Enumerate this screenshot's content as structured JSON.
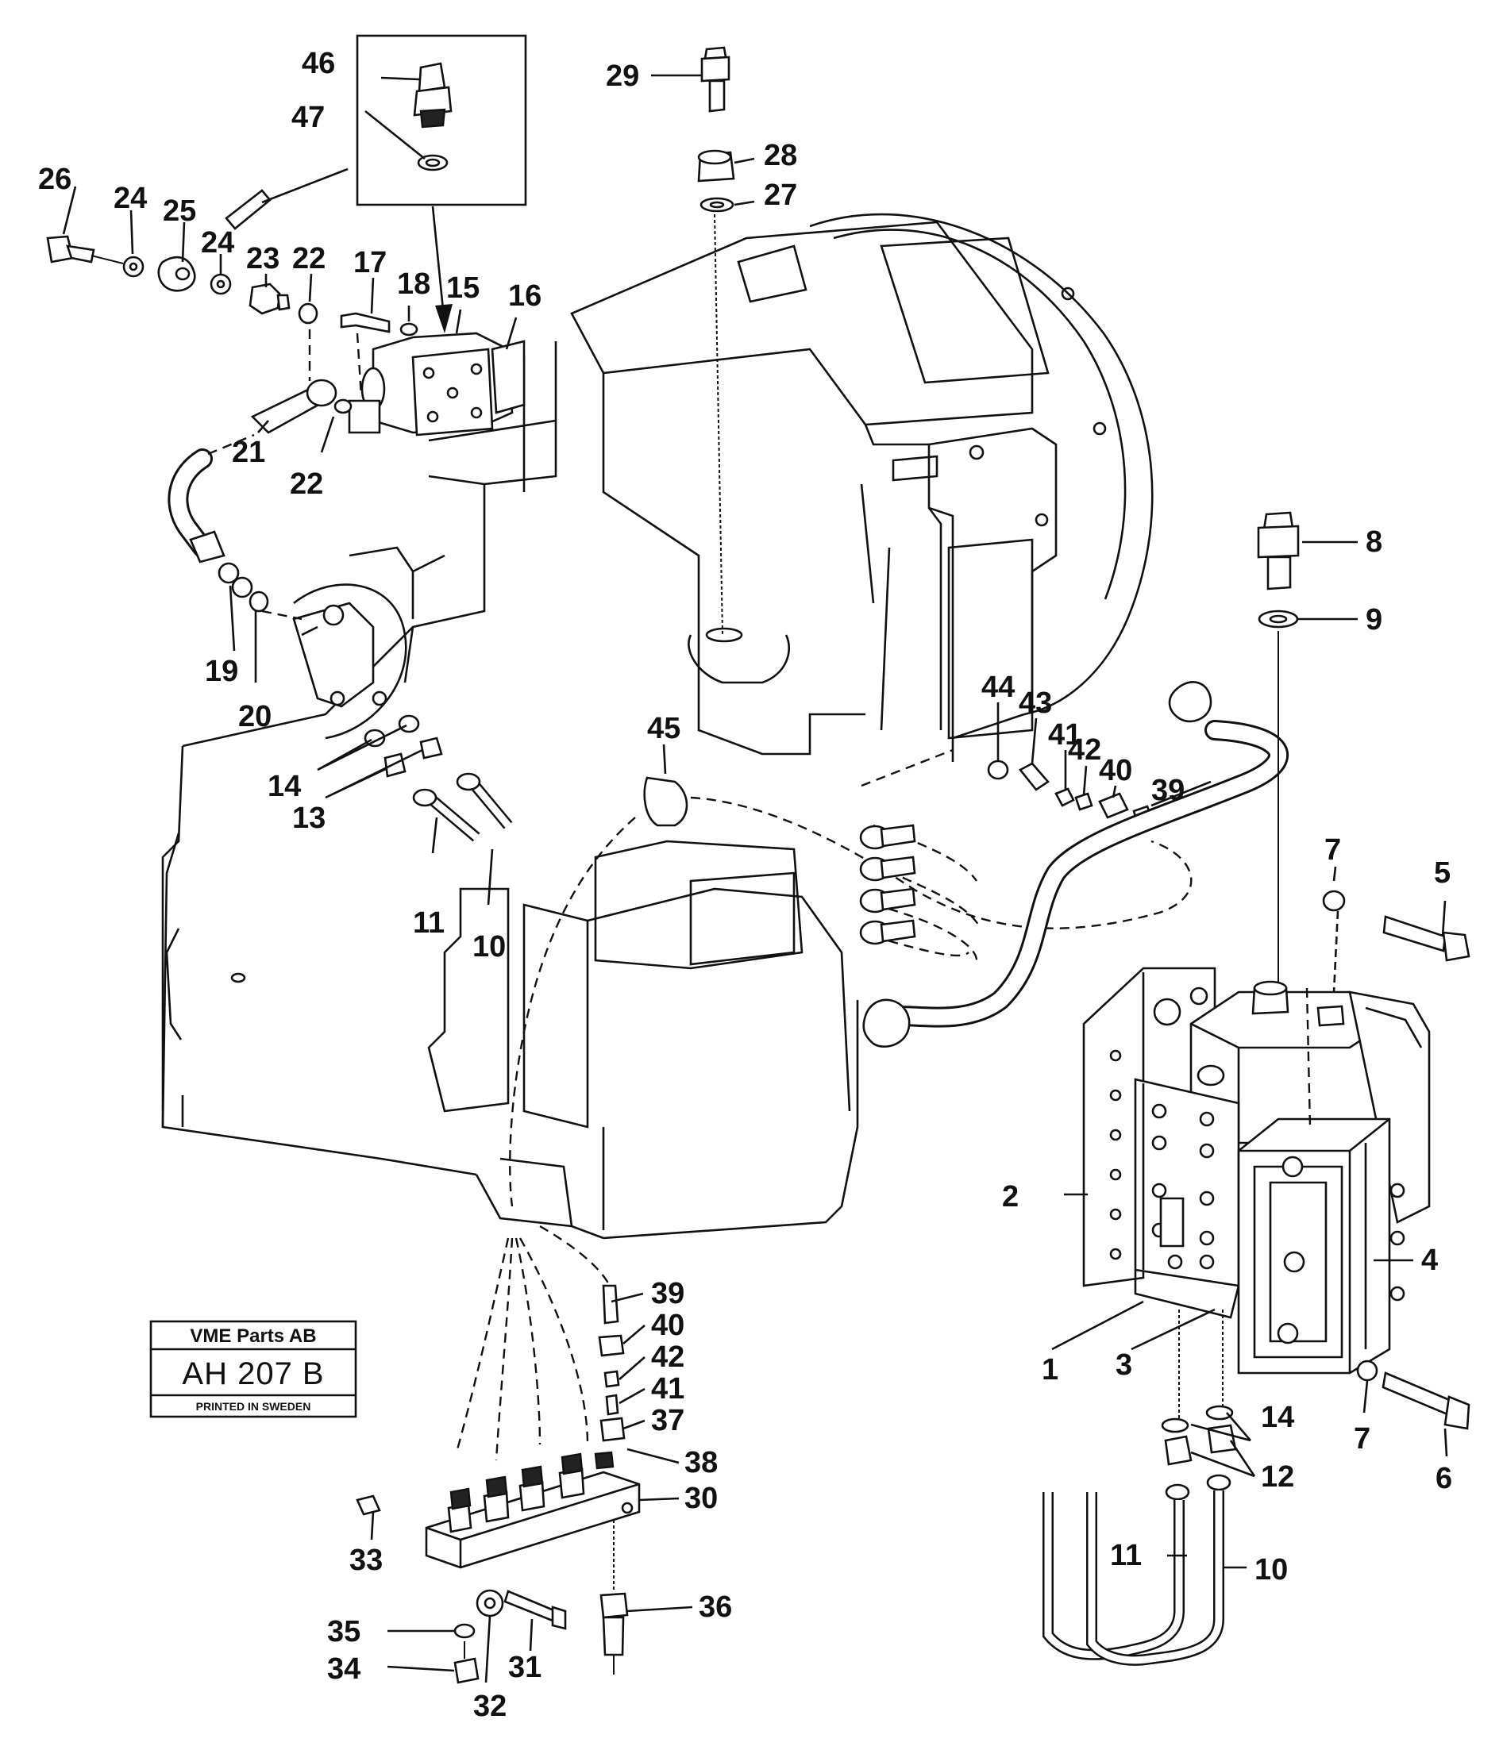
{
  "stamp": {
    "company": "VME Parts AB",
    "code": "AH 207 B",
    "printed": "PRINTED IN SWEDEN"
  },
  "labels": {
    "l1": "1",
    "l2": "2",
    "l3": "3",
    "l4": "4",
    "l5": "5",
    "l6": "6",
    "l7a": "7",
    "l7b": "7",
    "l8": "8",
    "l9": "9",
    "l10a": "10",
    "l10b": "10",
    "l11a": "11",
    "l11b": "11",
    "l12": "12",
    "l13": "13",
    "l14a": "14",
    "l14b": "14",
    "l15": "15",
    "l16": "16",
    "l17": "17",
    "l18": "18",
    "l19": "19",
    "l20": "20",
    "l21": "21",
    "l22a": "22",
    "l22b": "22",
    "l23": "23",
    "l24a": "24",
    "l24b": "24",
    "l25": "25",
    "l26": "26",
    "l27": "27",
    "l28": "28",
    "l29": "29",
    "l30": "30",
    "l31": "31",
    "l32": "32",
    "l33": "33",
    "l34": "34",
    "l35": "35",
    "l36": "36",
    "l37": "37",
    "l38": "38",
    "l39a": "39",
    "l39b": "39",
    "l40a": "40",
    "l40b": "40",
    "l41a": "41",
    "l41b": "41",
    "l42a": "42",
    "l42b": "42",
    "l43": "43",
    "l44": "44",
    "l45": "45",
    "l46": "46",
    "l47": "47"
  }
}
